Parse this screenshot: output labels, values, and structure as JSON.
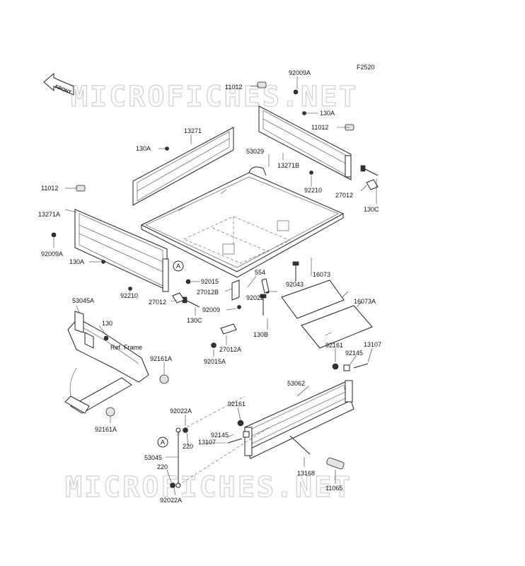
{
  "diagram_code": "F2520",
  "front_arrow": {
    "label": "FRONT"
  },
  "watermark": {
    "text": "MICROFICHES.NET"
  },
  "ref_frame": "Ref. Frame",
  "callout_a": "A",
  "labels": {
    "p92009A_top": "92009A",
    "p11012_top": "11012",
    "p130A_top": "130A",
    "p11012_right": "11012",
    "p13271": "13271",
    "p130A_left": "130A",
    "p53029": "53029",
    "p13271B": "13271B",
    "p92210_right": "92210",
    "p27012_right": "27012",
    "p130C_right": "130C",
    "p11012_left": "11012",
    "p13271A": "13271A",
    "p92009A_left": "92009A",
    "p130A_bottom": "130A",
    "p554": "554",
    "p16073": "16073",
    "p92015": "92015",
    "p92043": "92043",
    "p92210_left": "92210",
    "p27012B": "27012B",
    "p16073A": "16073A",
    "p27012_left": "27012",
    "p92009": "92009",
    "p92022": "92022",
    "p53045A": "53045A",
    "p130C_left": "130C",
    "p130": "130",
    "p130B": "130B",
    "p13107_right": "13107",
    "p92161": "92161",
    "p27012A": "27012A",
    "p92145_right": "92145",
    "p92015A": "92015A",
    "p92161A_top": "92161A",
    "p53062": "53062",
    "p92161_mid": "92161",
    "p92022A_top": "92022A",
    "p92145_mid": "92145",
    "p13107_mid": "13107",
    "p220_top": "220",
    "p92161A_bottom": "92161A",
    "p53045": "53045",
    "p13168": "13168",
    "p220_bottom": "220",
    "p11065": "11065",
    "p92022A_bottom": "92022A"
  }
}
